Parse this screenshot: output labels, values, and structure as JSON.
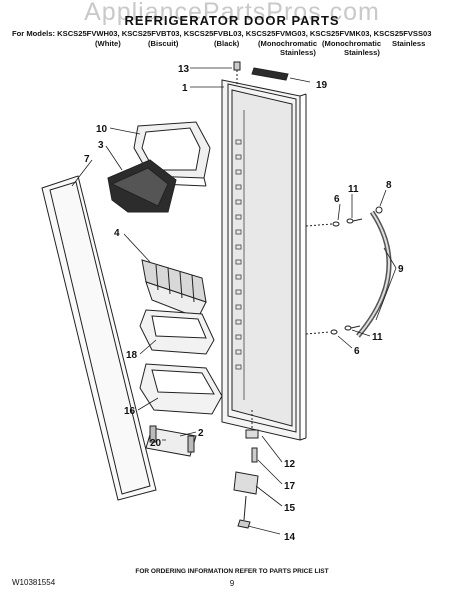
{
  "watermark": "AppliancePartsPros.com",
  "title": "REFRIGERATOR DOOR PARTS",
  "models_line": "For Models: KSCS25FVWH03, KSCS25FVBT03, KSCS25FVBL03, KSCS25FVMG03, KSCS25FVMK03, KSCS25FVSS03",
  "colors": [
    {
      "line1": "(White)",
      "line2": ""
    },
    {
      "line1": "(Biscuit)",
      "line2": ""
    },
    {
      "line1": "(Black)",
      "line2": ""
    },
    {
      "line1": "(Monochromatic",
      "line2": "Stainless)"
    },
    {
      "line1": "(Monochromatic",
      "line2": "Stainless)"
    },
    {
      "line1": "Stainless",
      "line2": ""
    }
  ],
  "callouts": {
    "c13": "13",
    "c1": "1",
    "c19": "19",
    "c10": "10",
    "c3": "3",
    "c7": "7",
    "c4": "4",
    "c18": "18",
    "c16": "16",
    "c2": "2",
    "c20": "20",
    "c6a": "6",
    "c11a": "11",
    "c8": "8",
    "c9": "9",
    "c11b": "11",
    "c6b": "6",
    "c12": "12",
    "c17": "17",
    "c15": "15",
    "c14": "14"
  },
  "footer": {
    "doc_number": "W10381554",
    "note": "FOR ORDERING INFORMATION REFER TO PARTS PRICE LIST",
    "page": "9"
  }
}
